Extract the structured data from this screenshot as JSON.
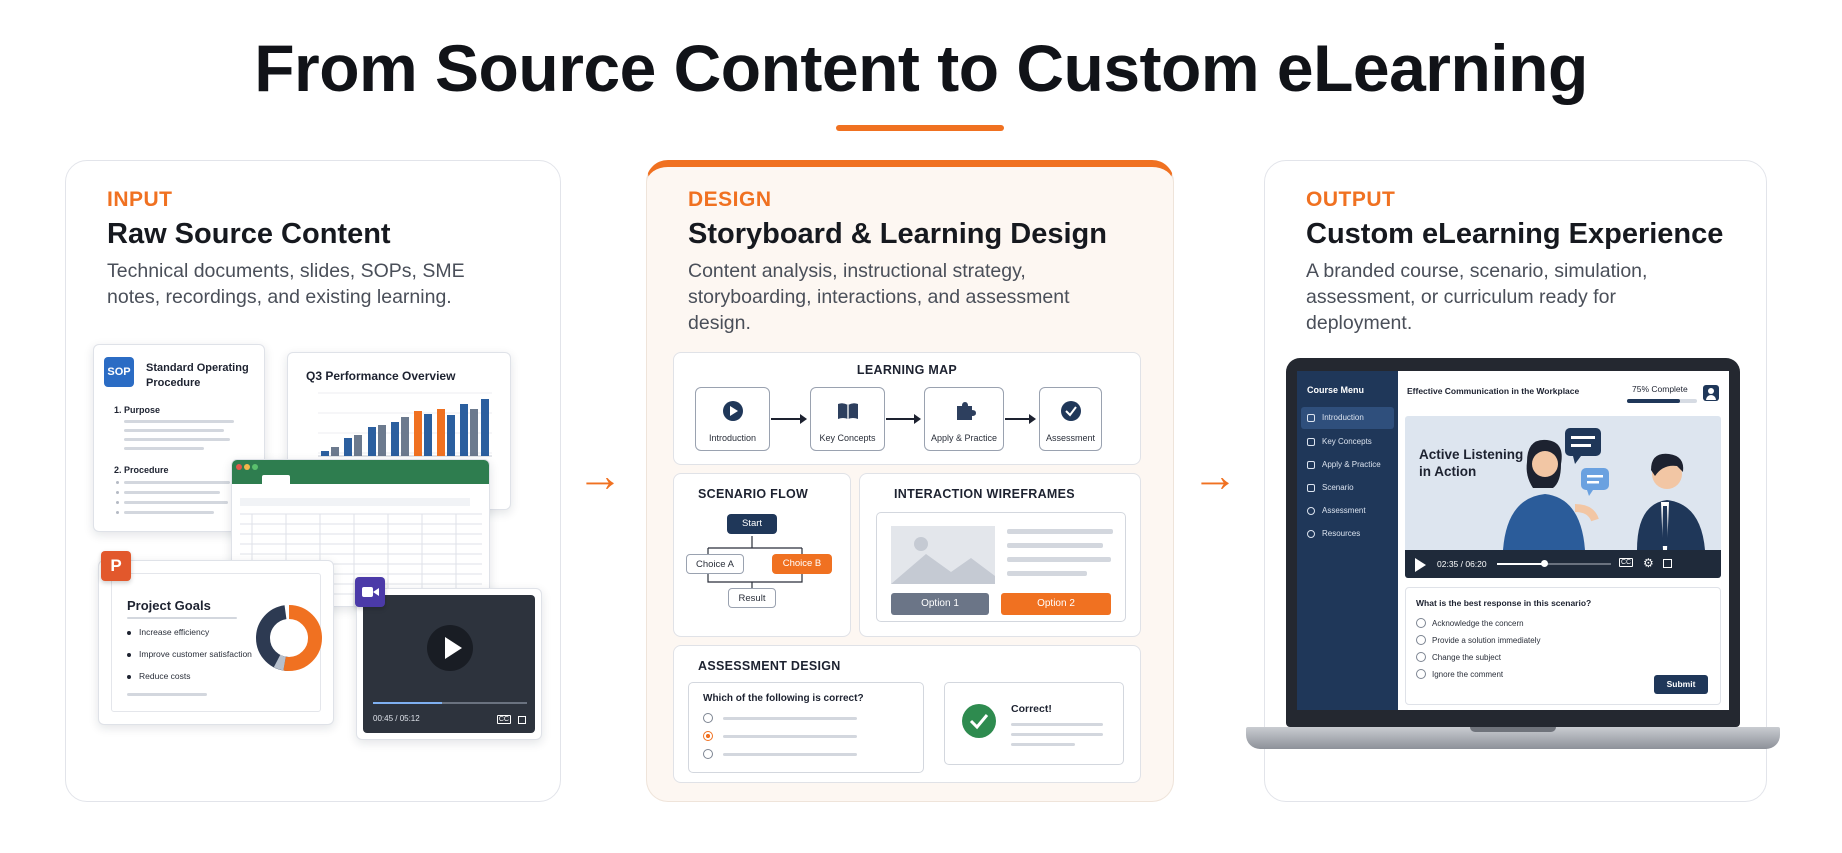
{
  "title": "From Source Content to Custom eLearning",
  "colors": {
    "accent": "#f07121",
    "navy": "#1f3759",
    "design_bg": "#fdf7f2"
  },
  "input": {
    "kicker": "INPUT",
    "title": "Raw Source Content",
    "description": "Technical documents, slides, SOPs, SME notes, recordings, and existing learning.",
    "sop": {
      "badge": "SOP",
      "title": "Standard Operating Procedure",
      "section1": "1. Purpose",
      "section2": "2. Procedure"
    },
    "report": {
      "title": "Q3 Performance Overview"
    },
    "slides": {
      "badge": "P",
      "title": "Project Goals",
      "items": [
        "Increase efficiency",
        "Improve customer satisfaction",
        "Reduce costs"
      ]
    },
    "video": {
      "time": "00:45 / 05:12",
      "progress": 0.45
    }
  },
  "design": {
    "kicker": "DESIGN",
    "title": "Storyboard & Learning Design",
    "description": "Content analysis, instructional strategy, storyboarding, interactions, and assessment design.",
    "learning_map": {
      "label": "LEARNING MAP",
      "steps": [
        "Introduction",
        "Key Concepts",
        "Apply & Practice",
        "Assessment"
      ]
    },
    "scenario_flow": {
      "label": "SCENARIO FLOW",
      "start": "Start",
      "choice_a": "Choice A",
      "choice_b": "Choice B",
      "result": "Result"
    },
    "wireframes": {
      "label": "INTERACTION WIREFRAMES",
      "option1": "Option 1",
      "option2": "Option 2"
    },
    "assessment": {
      "label": "ASSESSMENT DESIGN",
      "question": "Which of the following is correct?",
      "feedback": "Correct!"
    }
  },
  "output": {
    "kicker": "OUTPUT",
    "title": "Custom eLearning Experience",
    "description": "A branded course, scenario, simulation, assessment, or curriculum ready for deployment.",
    "lms": {
      "menu_title": "Course Menu",
      "menu_items": [
        "Introduction",
        "Key Concepts",
        "Apply & Practice",
        "Scenario",
        "Assessment",
        "Resources"
      ],
      "active_index": 0,
      "course_title": "Effective Communication in the Workplace",
      "progress_label": "75% Complete",
      "progress": 0.75,
      "scene_title": "Active Listening in Action",
      "video_time": "02:35 / 06:20",
      "video_progress": 0.41,
      "cc_label": "CC",
      "question": "What is the best response in this scenario?",
      "options": [
        "Acknowledge the concern",
        "Provide a solution immediately",
        "Change the subject",
        "Ignore the comment"
      ],
      "submit": "Submit"
    }
  }
}
